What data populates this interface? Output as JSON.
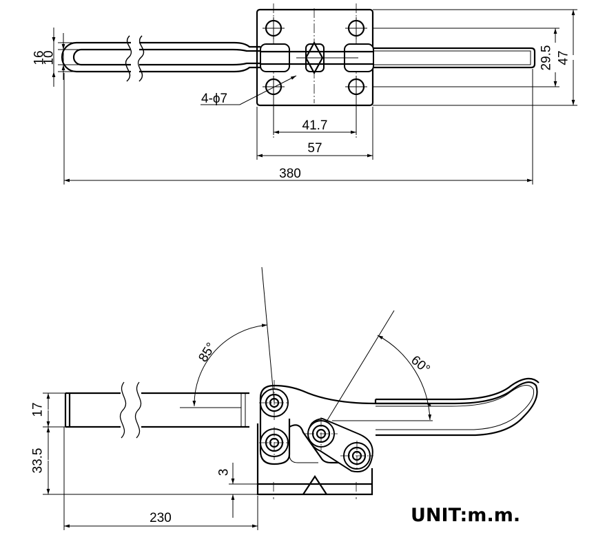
{
  "top_view": {
    "dim_16": "16",
    "dim_10": "10",
    "dim_29_5": "29.5",
    "dim_47": "47",
    "hole_callout": "4-ϕ7",
    "dim_41_7": "41.7",
    "dim_57": "57",
    "dim_380": "380"
  },
  "side_view": {
    "angle_85": "85°",
    "angle_60": "60°",
    "dim_17": "17",
    "dim_33_5": "33.5",
    "dim_3": "3",
    "dim_230": "230"
  },
  "unit_label": "UNIT:m.m."
}
